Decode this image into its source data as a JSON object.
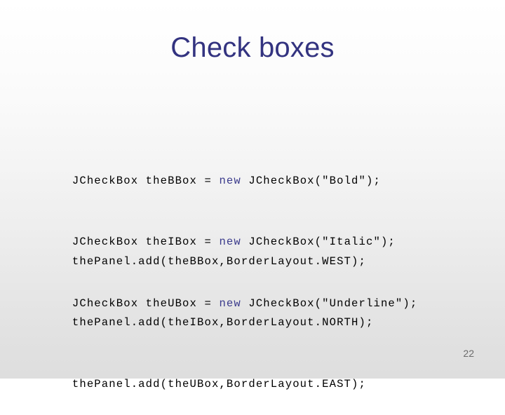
{
  "slide": {
    "title": "Check boxes",
    "page_number": "22",
    "title_color": "#333380",
    "keyword_color": "#3b3b8c",
    "code_color": "#000000",
    "background_top_color": "#ffffff",
    "background_bottom_color": "#dedede"
  },
  "code_block_1": {
    "lines": [
      {
        "pre": "JCheckBox theBBox = ",
        "keyword": "new",
        "post": " JCheckBox(\"Bold\");"
      },
      {
        "pre": "JCheckBox theIBox = ",
        "keyword": "new",
        "post": " JCheckBox(\"Italic\");"
      },
      {
        "pre": "JCheckBox theUBox = ",
        "keyword": "new",
        "post": " JCheckBox(\"Underline\");"
      }
    ]
  },
  "code_block_2": {
    "lines": [
      {
        "pre": "thePanel.add(theBBox,BorderLayout.WEST);",
        "keyword": "",
        "post": ""
      },
      {
        "pre": "thePanel.add(theIBox,BorderLayout.NORTH);",
        "keyword": "",
        "post": ""
      },
      {
        "pre": "thePanel.add(theUBox,BorderLayout.EAST);",
        "keyword": "",
        "post": ""
      }
    ]
  }
}
